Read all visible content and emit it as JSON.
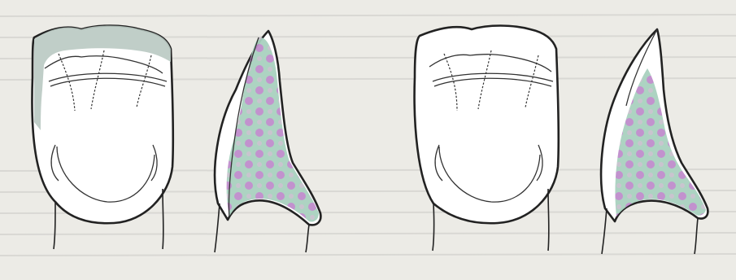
{
  "figure": {
    "panels": [
      {
        "id": "panel-1",
        "view": "facial",
        "veneer_coverage": "incisal-wrap"
      },
      {
        "id": "panel-2",
        "view": "proximal",
        "veneer_coverage": "full-lingual"
      },
      {
        "id": "panel-3",
        "view": "facial",
        "veneer_coverage": "window"
      },
      {
        "id": "panel-4",
        "view": "proximal",
        "veneer_coverage": "partial-lingual"
      }
    ]
  },
  "colors": {
    "background": "#ecebe6",
    "outline": "#222222",
    "veneer_fill": "#a9d1bf",
    "veneer_dot": "#c775cf",
    "veneer_band": "#b9c9c2"
  }
}
